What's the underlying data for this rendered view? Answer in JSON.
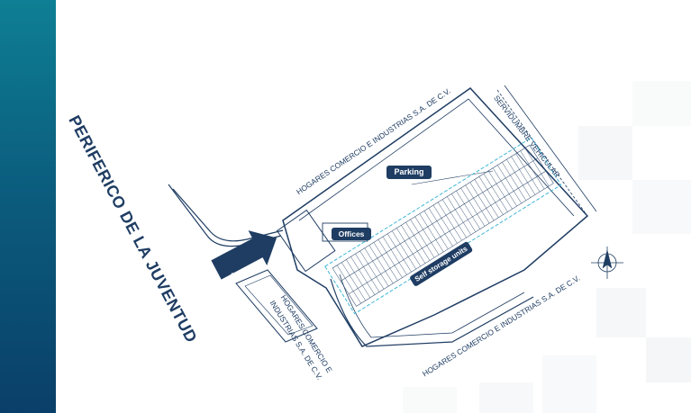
{
  "labels": {
    "road_main": "PERIFERICO DE LA JUVENTUD",
    "neighbor_top": "HOGARES COMERCIO E INDUSTRIAS S.A. DE C.V.",
    "neighbor_bottom": "HOGARES COMERCIO E INDUSTRIAS S.A. DE C.V.",
    "neighbor_left_line1": "HOGARES COMERCIO E",
    "neighbor_left_line2": "INDUSTRIAS S.A. DE C.V.",
    "easement": "SERVIDUMBRE VEHICULAR",
    "parking": "Parking",
    "offices": "Offices",
    "self_storage": "Self storage units",
    "access": "Access"
  },
  "colors": {
    "sidebar_top": "#0e7f94",
    "sidebar_bottom": "#0a3f69",
    "plan_line": "#1f3d63",
    "accent_line": "#3fb7d6",
    "tag_fill": "#1f3d63"
  },
  "icons": {
    "north_arrow": "compass-north-arrow-icon"
  }
}
